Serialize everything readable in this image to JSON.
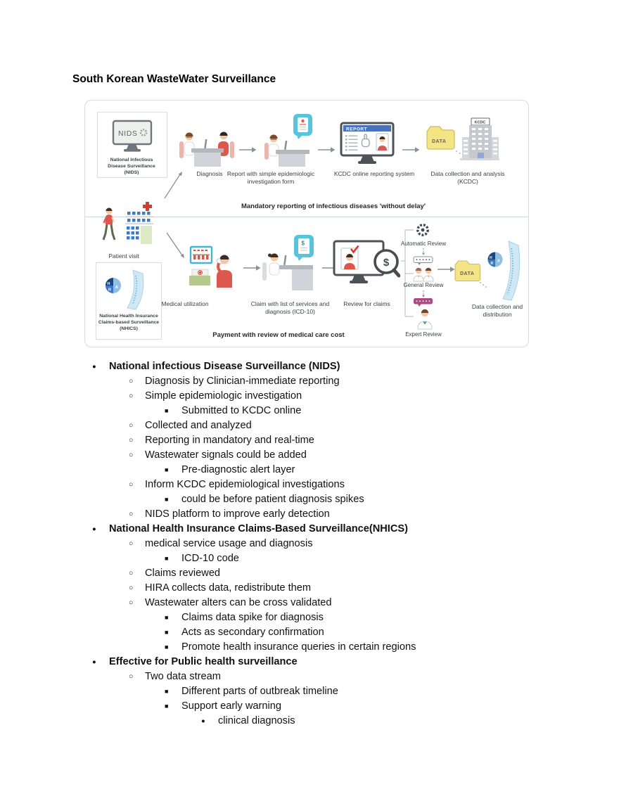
{
  "page": {
    "title": "South Korean WasteWater Surveillance"
  },
  "figure": {
    "nids": {
      "screen_text": "NIDS",
      "box_label": "National Infectious Disease Surveillance (NIDS)"
    },
    "nhics": {
      "box_label": "National Health Insurance Claims-based Surveillance (NHICS)"
    },
    "hira": {
      "h": "H",
      "r": "R",
      "a": "A"
    },
    "top_row": {
      "diagnosis_label": "Diagnosis",
      "report_label": "Report with simple epidemiologic investigation form",
      "kcdc_monitor_header": "REPORT",
      "kcdc_monitor_label": "KCDC online reporting system",
      "data_folder_text": "DATA",
      "kcdc_sign": "KCDC",
      "data_collection_label": "Data collection and analysis (KCDC)",
      "caption": "Mandatory reporting of infectious diseases 'without delay'"
    },
    "bottom_row": {
      "patient_visit_label": "Patient visit",
      "medical_utilization_label": "Medical utilization",
      "claim_label": "Claim with list of services and diagnosis (ICD-10)",
      "claim_dollar": "$",
      "review_label": "Review for claims",
      "magnifier_dollar": "$",
      "automatic_review_label": "Automatic Review",
      "general_review_label": "General Review",
      "expert_review_label": "Expert Review",
      "data_folder_text": "DATA",
      "data_distribution_label": "Data collection and distribution",
      "caption": "Payment with review of medical care cost"
    }
  },
  "notes": [
    {
      "level": 1,
      "text": "National infectious Disease Surveillance (NIDS)"
    },
    {
      "level": 2,
      "text": "Diagnosis by Clinician-immediate reporting"
    },
    {
      "level": 2,
      "text": "Simple epidemiologic investigation"
    },
    {
      "level": 3,
      "text": "Submitted to KCDC online"
    },
    {
      "level": 2,
      "text": "Collected and analyzed"
    },
    {
      "level": 2,
      "text": "Reporting in mandatory and real-time"
    },
    {
      "level": 2,
      "text": "Wastewater signals could be added"
    },
    {
      "level": 3,
      "text": "Pre-diagnostic alert layer"
    },
    {
      "level": 2,
      "text": "Inform KCDC epidemiological investigations"
    },
    {
      "level": 3,
      "text": "could be before patient diagnosis spikes"
    },
    {
      "level": 2,
      "text": "NIDS platform to improve early detection"
    },
    {
      "level": 1,
      "text": "National Health Insurance Claims-Based Surveillance(NHICS)"
    },
    {
      "level": 2,
      "text": "medical service usage and diagnosis"
    },
    {
      "level": 3,
      "text": "ICD-10 code"
    },
    {
      "level": 2,
      "text": "Claims reviewed"
    },
    {
      "level": 2,
      "text": "HIRA collects data, redistribute them"
    },
    {
      "level": 2,
      "text": "Wastewater alters can be cross validated"
    },
    {
      "level": 3,
      "text": "Claims data spike for diagnosis"
    },
    {
      "level": 3,
      "text": "Acts as secondary confirmation"
    },
    {
      "level": 3,
      "text": "Promote health insurance queries in certain regions"
    },
    {
      "level": 1,
      "text": "Effective for Public health surveillance"
    },
    {
      "level": 2,
      "text": "Two data stream"
    },
    {
      "level": 3,
      "text": "Different parts of outbreak timeline"
    },
    {
      "level": 3,
      "text": "Support early warning"
    },
    {
      "level": 4,
      "text": "clinical diagnosis"
    }
  ]
}
